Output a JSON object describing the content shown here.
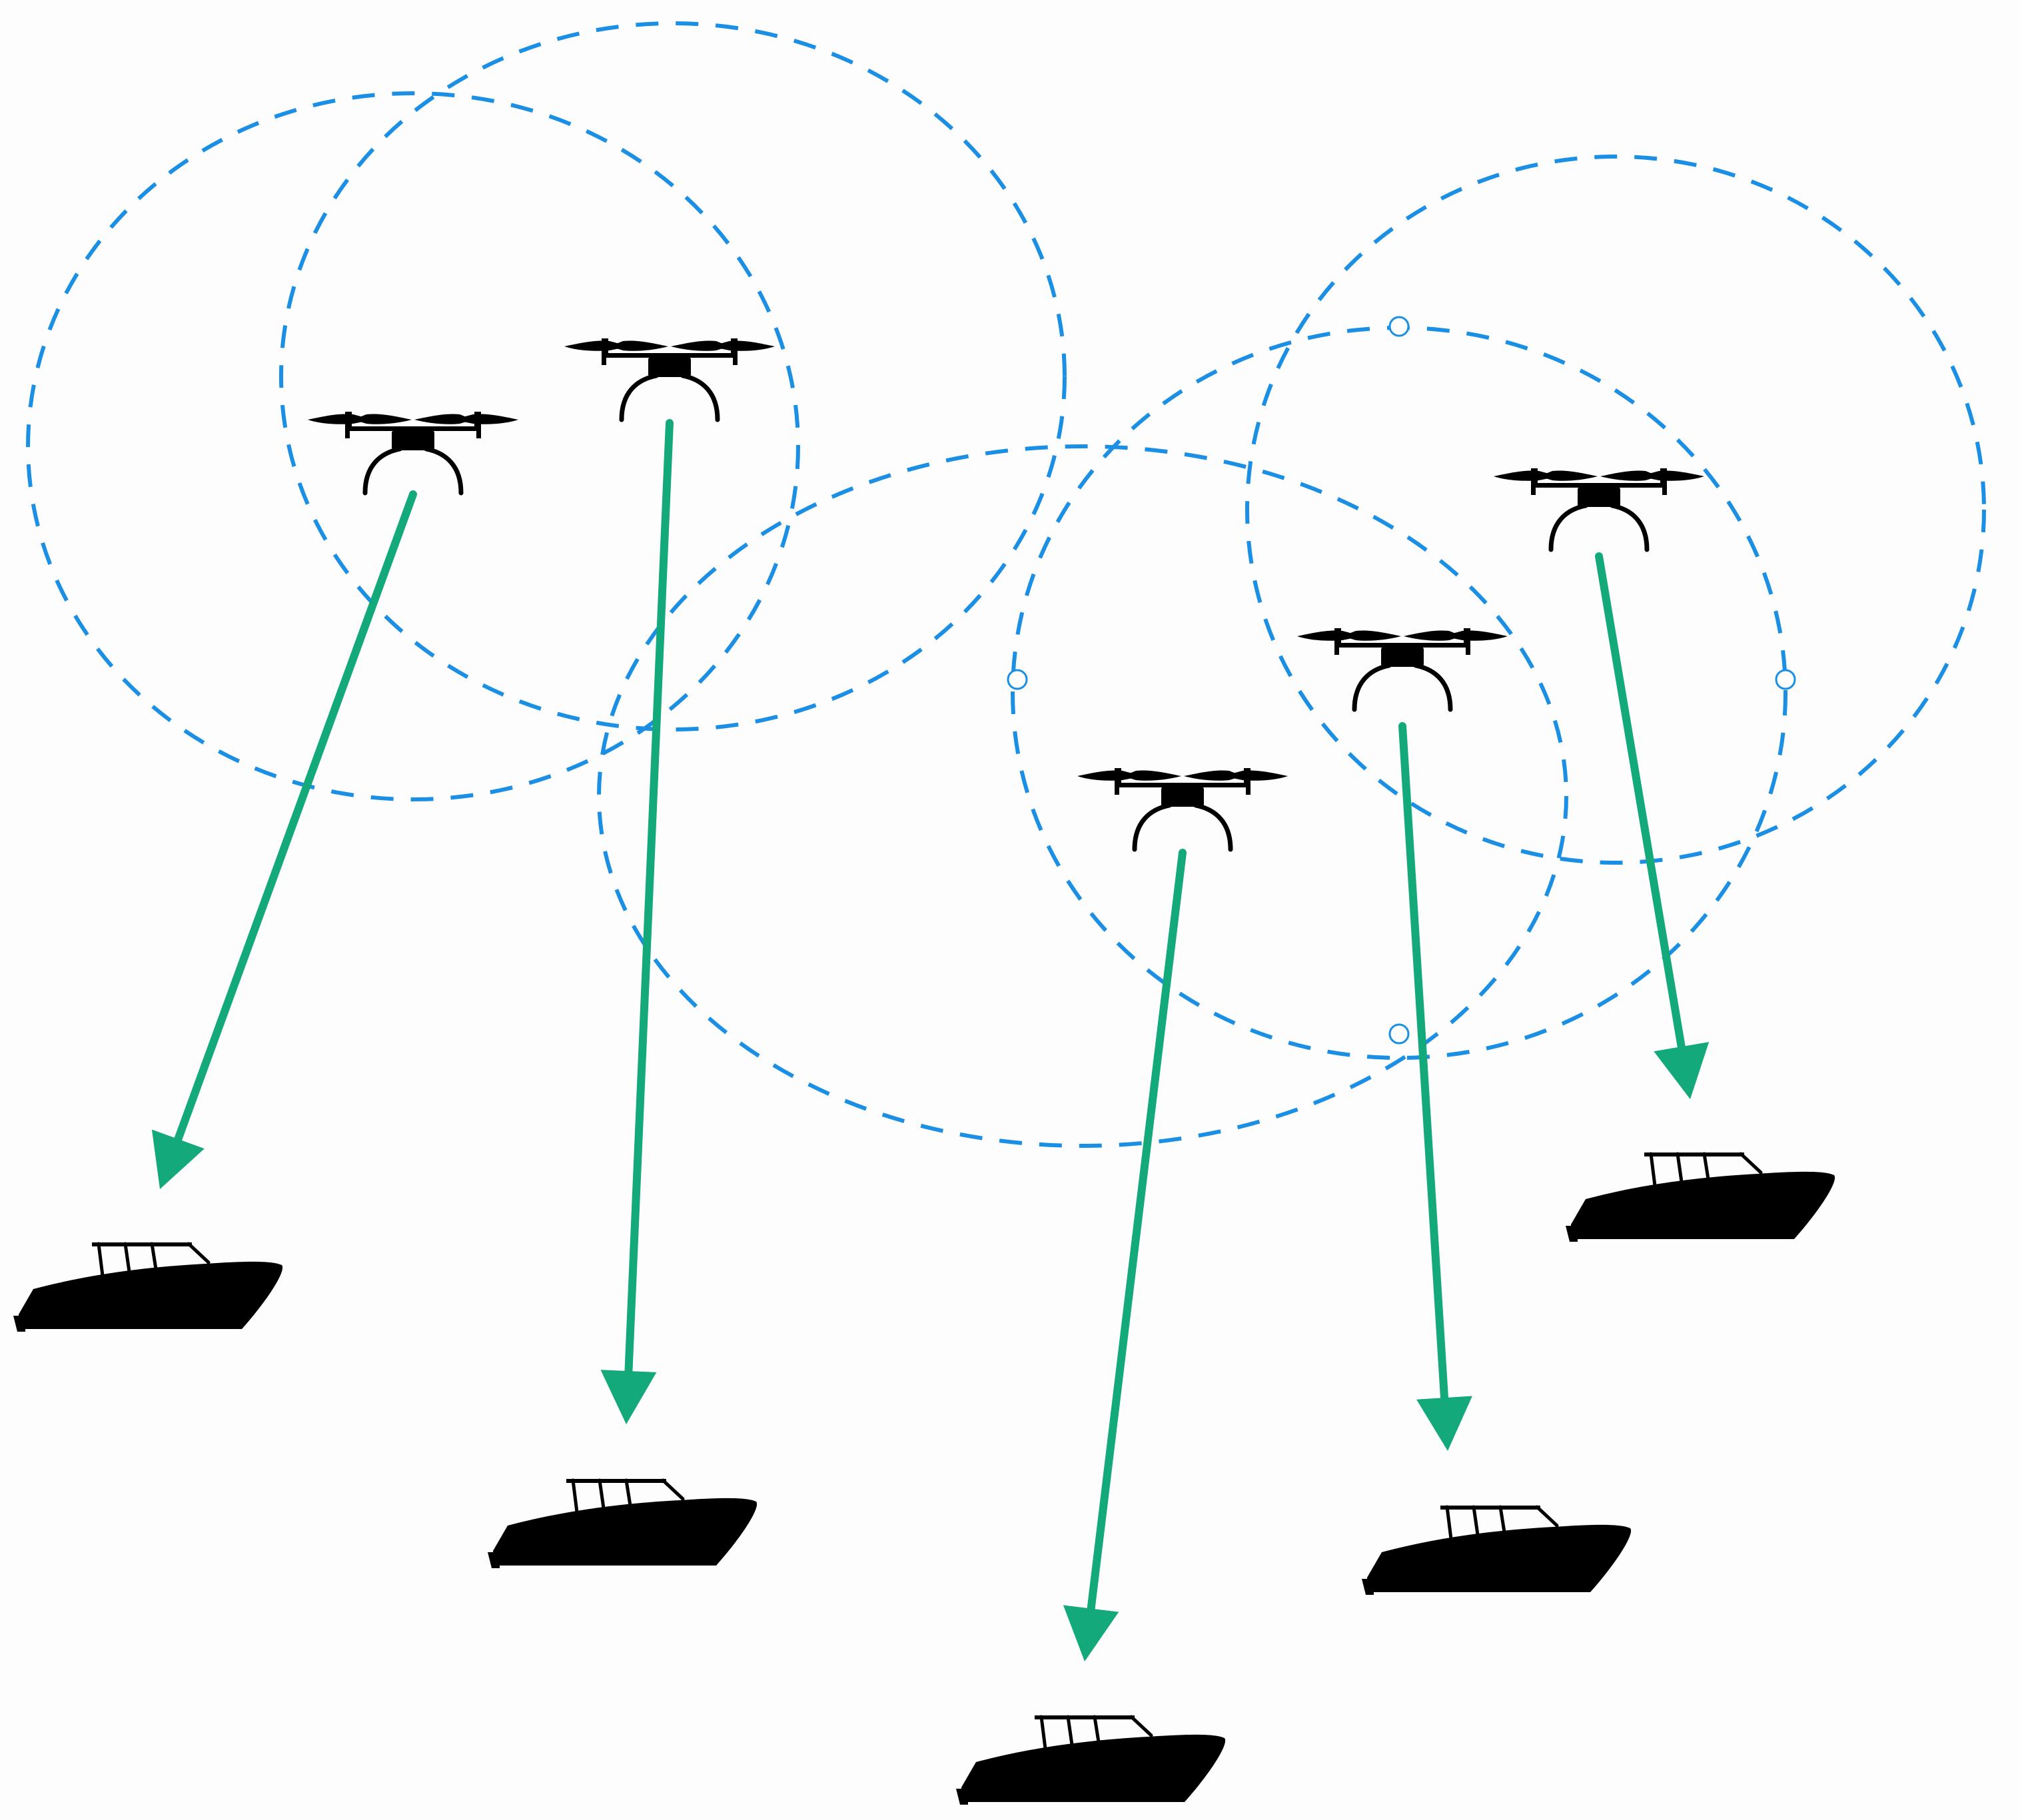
{
  "colors": {
    "background": "#fdfdfd",
    "coverage_circle": "#1a8fe3",
    "link_arrow": "#13a97a",
    "icon": "#000000"
  },
  "legend": [],
  "icons": {
    "drone": "drone-icon",
    "boat": "boat-icon"
  },
  "scene": {
    "drone_count": 5,
    "boat_count": 5,
    "coverage_circle_count": 5,
    "link_count": 5
  }
}
